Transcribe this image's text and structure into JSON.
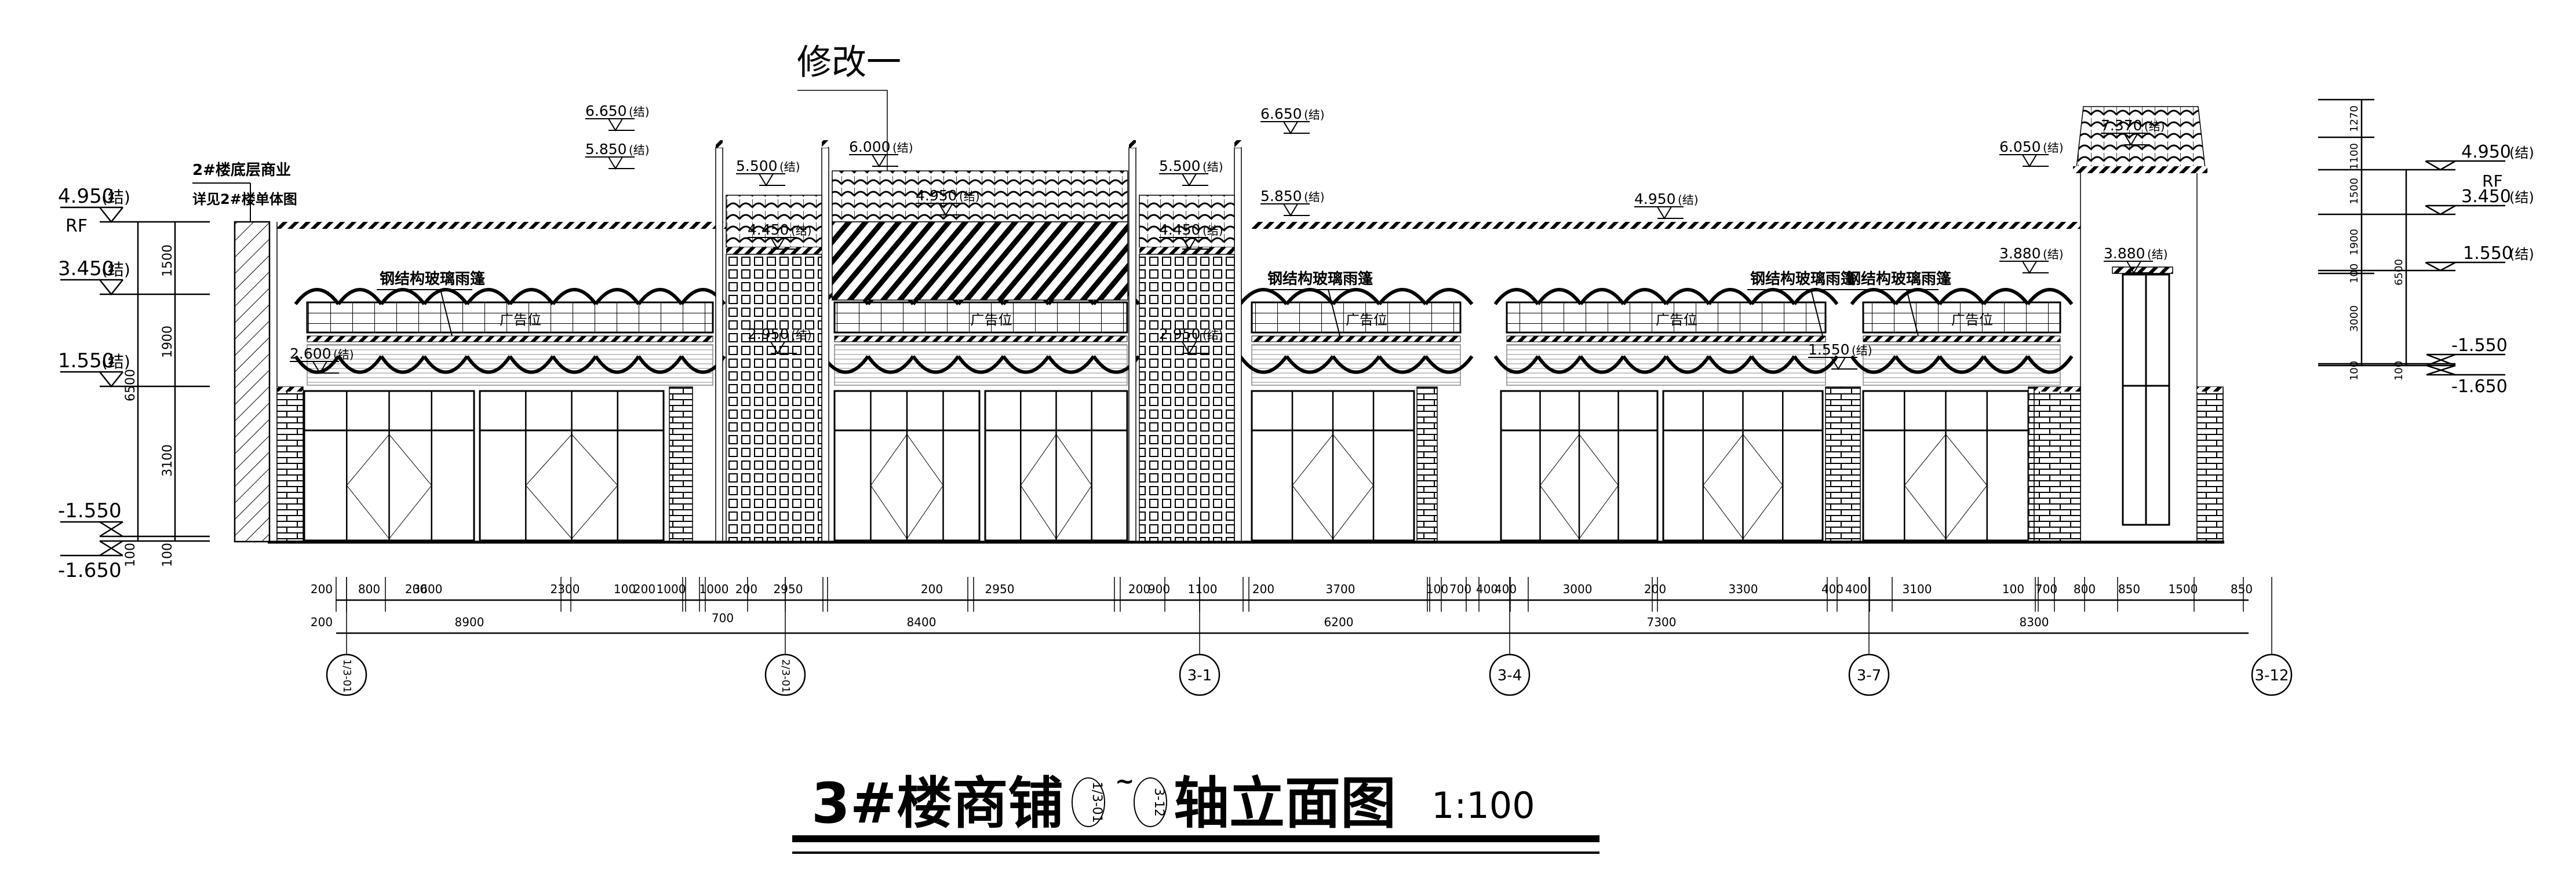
{
  "drawing": {
    "title": {
      "prefix": "3#楼商铺",
      "axis_from": "1/3-01",
      "separator": "~",
      "axis_to": "3-12",
      "suffix": "轴立面图",
      "scale": "1:100"
    },
    "revision_note": "修改一",
    "reference_note": {
      "line1": "2#楼底层商业",
      "line2": "详见2#楼单体图"
    },
    "annotations": {
      "canopy": "钢结构玻璃雨篷",
      "ad_space": "广告位",
      "roof_marker": "RF"
    },
    "left_elevations": [
      {
        "value": "4.950",
        "tag": "(结)",
        "sub": "RF"
      },
      {
        "value": "3.450",
        "tag": "(结)"
      },
      {
        "value": "1.550",
        "tag": "(结)"
      },
      {
        "value": "-1.550",
        "tag": ""
      },
      {
        "value": "-1.650",
        "tag": ""
      }
    ],
    "left_dims": [
      "1500",
      "1900",
      "3100",
      "100",
      "6500",
      "100"
    ],
    "right_elevations": [
      {
        "value": "4.950",
        "tag": "(结)"
      },
      {
        "value": "3.450",
        "tag": "(结)",
        "sub": "RF"
      },
      {
        "value": "1.550",
        "tag": "(结)"
      },
      {
        "value": "-1.550",
        "tag": ""
      },
      {
        "value": "-1.650",
        "tag": ""
      }
    ],
    "right_dims": [
      "1270",
      "1100",
      "1500",
      "1900",
      "100",
      "3000",
      "100",
      "6500",
      "100"
    ],
    "facade_elevations": [
      {
        "value": "6.650",
        "tag": "(结)"
      },
      {
        "value": "5.850",
        "tag": "(结)"
      },
      {
        "value": "5.500",
        "tag": "(结)"
      },
      {
        "value": "6.000",
        "tag": "(结)"
      },
      {
        "value": "4.950",
        "tag": "(结)"
      },
      {
        "value": "4.450",
        "tag": "(结)"
      },
      {
        "value": "2.950",
        "tag": "(结)"
      },
      {
        "value": "2.600",
        "tag": "(结)"
      },
      {
        "value": "5.500",
        "tag": "(结)"
      },
      {
        "value": "4.450",
        "tag": "(结)"
      },
      {
        "value": "2.950",
        "tag": "(结)"
      },
      {
        "value": "6.650",
        "tag": "(结)"
      },
      {
        "value": "5.850",
        "tag": "(结)"
      },
      {
        "value": "4.950",
        "tag": "(结)"
      },
      {
        "value": "6.050",
        "tag": "(结)"
      },
      {
        "value": "7.370",
        "tag": "(结)"
      },
      {
        "value": "3.880",
        "tag": "(结)"
      },
      {
        "value": "3.880",
        "tag": "(结)"
      },
      {
        "value": "1.550",
        "tag": "(结)"
      }
    ],
    "dim_row1": [
      "200",
      "800",
      "3600",
      "200",
      "2300",
      "100",
      "200",
      "1000",
      "1000",
      "200",
      "2950",
      "200",
      "2950",
      "200",
      "900",
      "1100",
      "200",
      "3700",
      "100",
      "700",
      "400",
      "400",
      "3000",
      "200",
      "3300",
      "400",
      "400",
      "3100",
      "100",
      "700",
      "800",
      "850",
      "1500",
      "850"
    ],
    "dim_row2": [
      "200",
      "8900",
      "700",
      "8400",
      "6200",
      "7300",
      "8300"
    ],
    "axes": [
      "1/3-01",
      "2/3-01",
      "3-1",
      "3-4",
      "3-7",
      "3-12"
    ]
  }
}
